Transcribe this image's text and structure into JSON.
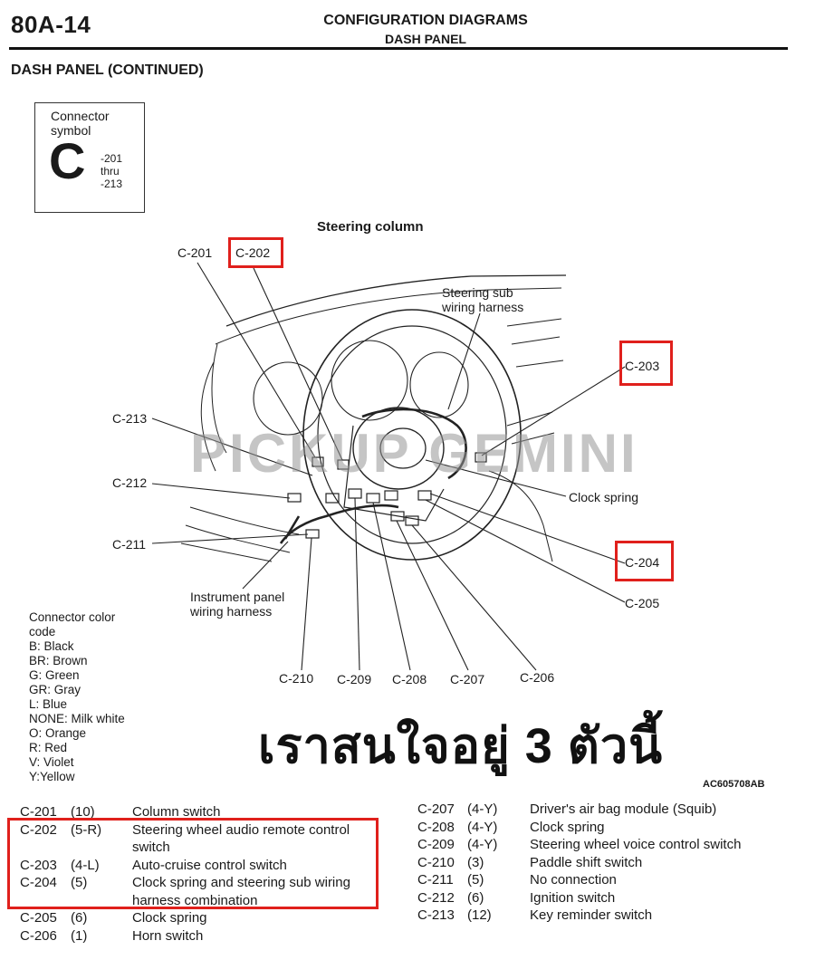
{
  "header": {
    "page_number": "80A-14",
    "title": "CONFIGURATION DIAGRAMS",
    "subtitle": "DASH PANEL"
  },
  "section_title": "DASH PANEL (CONTINUED)",
  "connector_symbol": {
    "label": "Connector symbol",
    "letter": "C",
    "range_lines": [
      "-201",
      "thru",
      "-213"
    ]
  },
  "diagram": {
    "title": "Steering column",
    "labels": {
      "c201": "C-201",
      "c202": "C-202",
      "c203": "C-203",
      "c204": "C-204",
      "c205": "C-205",
      "c206": "C-206",
      "c207": "C-207",
      "c208": "C-208",
      "c209": "C-209",
      "c210": "C-210",
      "c211": "C-211",
      "c212": "C-212",
      "c213": "C-213",
      "steering_sub_harness": "Steering sub wiring harness",
      "clock_spring": "Clock spring",
      "instrument_panel_harness": "Instrument panel wiring harness"
    },
    "figure_code": "AC605708AB",
    "highlight_color": "#e0201c"
  },
  "color_code": {
    "title": "Connector color code",
    "items": [
      "B: Black",
      "BR: Brown",
      "G: Green",
      "GR: Gray",
      "L: Blue",
      "NONE: Milk white",
      "O: Orange",
      "R: Red",
      "V: Violet",
      "Y:Yellow"
    ]
  },
  "annotation_thai": "เราสนใจอยู่ 3 ตัวนี้",
  "watermark": "PICKUP GEMINI",
  "connector_list_left": [
    {
      "id": "C-201",
      "code": "(10)",
      "name": "Column switch"
    },
    {
      "id": "C-202",
      "code": "(5-R)",
      "name": "Steering wheel audio remote control switch"
    },
    {
      "id": "C-203",
      "code": "(4-L)",
      "name": "Auto-cruise control switch"
    },
    {
      "id": "C-204",
      "code": "(5)",
      "name": "Clock spring and steering sub wiring harness combination"
    },
    {
      "id": "C-205",
      "code": "(6)",
      "name": "Clock spring"
    },
    {
      "id": "C-206",
      "code": "(1)",
      "name": "Horn switch"
    }
  ],
  "connector_list_right": [
    {
      "id": "C-207",
      "code": "(4-Y)",
      "name": "Driver's air bag module (Squib)"
    },
    {
      "id": "C-208",
      "code": "(4-Y)",
      "name": "Clock spring"
    },
    {
      "id": "C-209",
      "code": "(4-Y)",
      "name": "Steering wheel voice control switch"
    },
    {
      "id": "C-210",
      "code": "(3)",
      "name": "Paddle shift switch"
    },
    {
      "id": "C-211",
      "code": "(5)",
      "name": "No connection"
    },
    {
      "id": "C-212",
      "code": "(6)",
      "name": "Ignition switch"
    },
    {
      "id": "C-213",
      "code": "(12)",
      "name": "Key reminder switch"
    }
  ]
}
